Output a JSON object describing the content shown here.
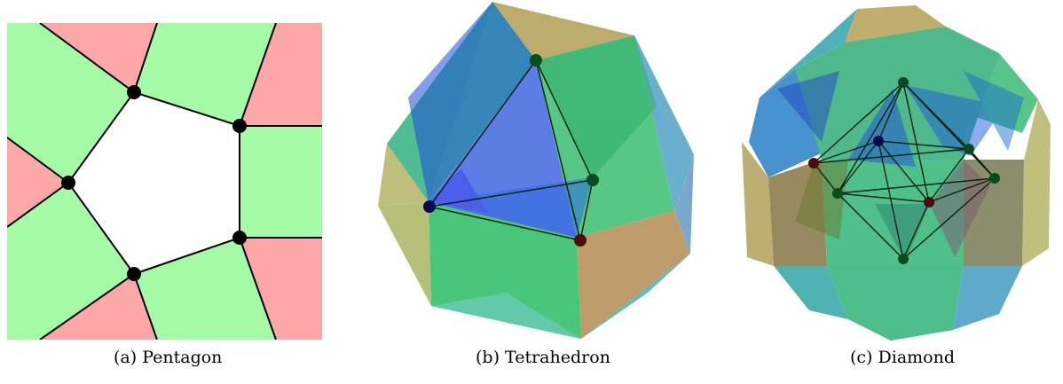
{
  "captions": {
    "a": "(a) Pentagon",
    "b": "(b) Tetrahedron",
    "c": "(c) Diamond"
  },
  "colors": {
    "tile_green": "#a5fba5",
    "tile_red": "#fca8a8",
    "vertex": "#000000",
    "node_blue": "#0a0a52",
    "node_green": "#0b4a1c",
    "node_red": "#4a0d07"
  }
}
